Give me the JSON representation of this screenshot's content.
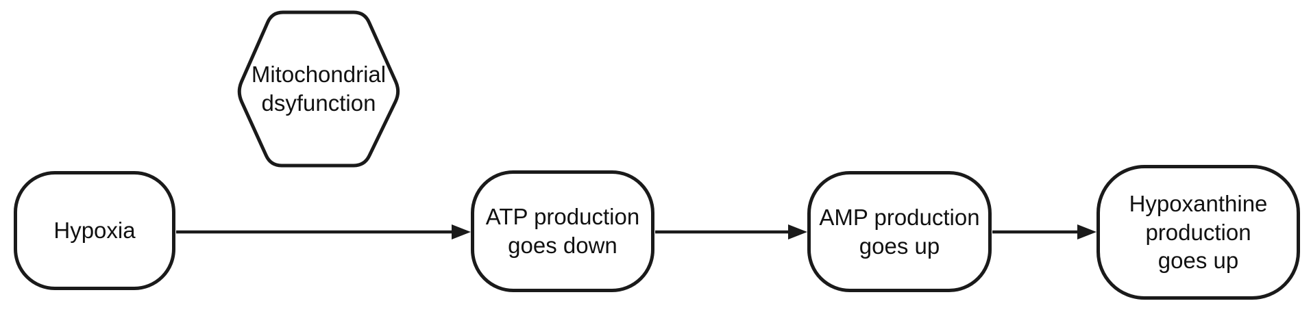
{
  "diagram": {
    "type": "flowchart",
    "orientation": "left-to-right",
    "colors": {
      "background": "#ffffff",
      "node_fill": "#ffffff",
      "stroke": "#1a1a1a",
      "text": "#111111"
    },
    "nodes": {
      "mitochondrial": {
        "shape": "hexagon",
        "label": "Mitochondrial\ndsyfunction"
      },
      "hypoxia": {
        "shape": "rounded-rectangle",
        "label": "Hypoxia"
      },
      "atp": {
        "shape": "rounded-rectangle",
        "label": "ATP production\ngoes down"
      },
      "amp": {
        "shape": "rounded-rectangle",
        "label": "AMP production\ngoes up"
      },
      "hypoxanthine": {
        "shape": "rounded-rectangle",
        "label": "Hypoxanthine\nproduction\ngoes up"
      }
    },
    "edges": [
      {
        "from": "hypoxia",
        "to": "atp",
        "style": "solid-arrow"
      },
      {
        "from": "atp",
        "to": "amp",
        "style": "solid-arrow"
      },
      {
        "from": "amp",
        "to": "hypoxanthine",
        "style": "solid-arrow"
      }
    ]
  }
}
